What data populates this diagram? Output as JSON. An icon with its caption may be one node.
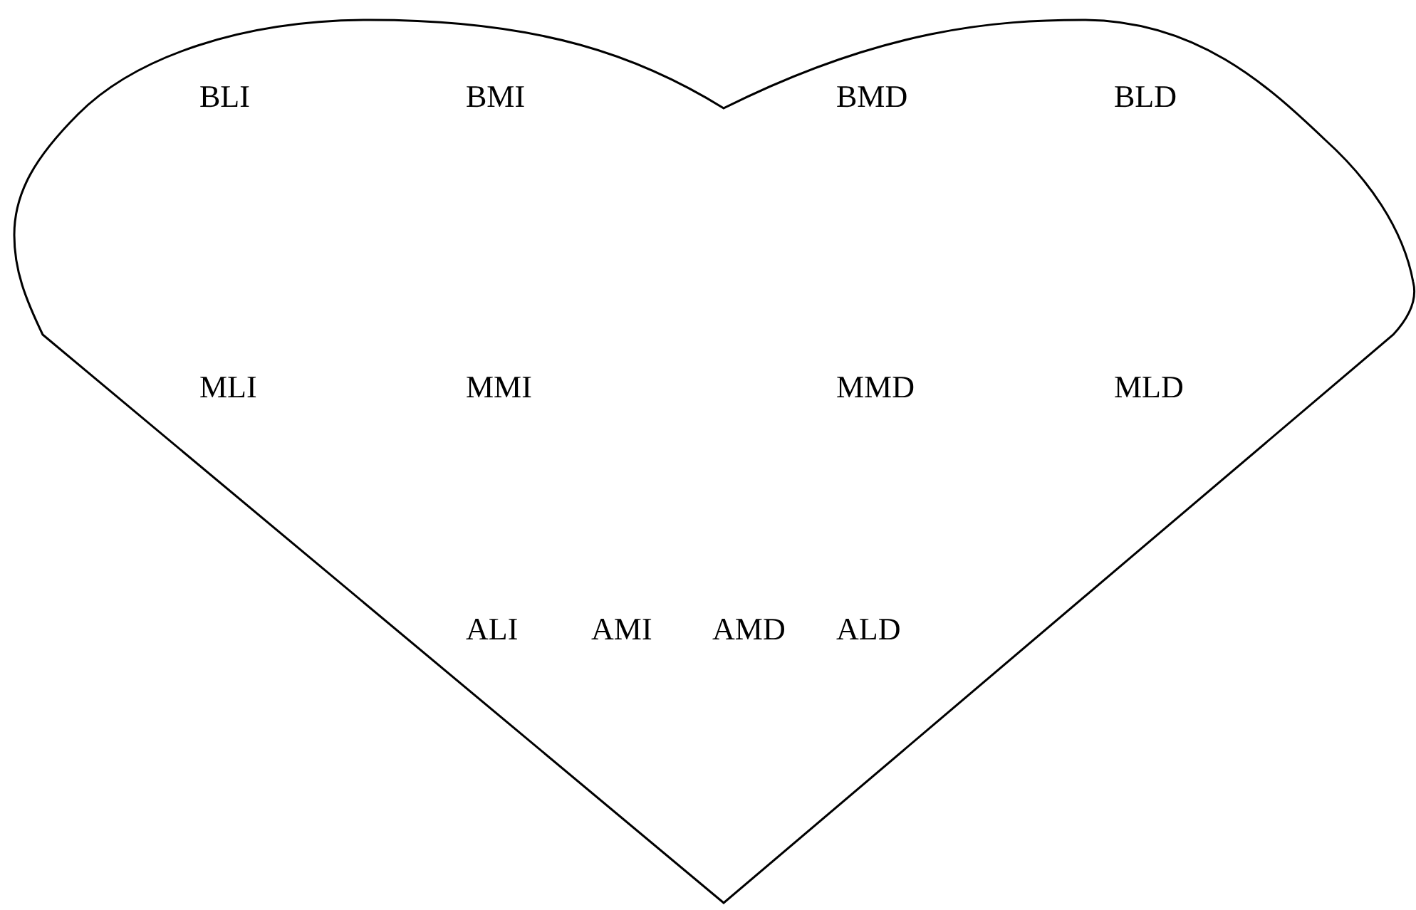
{
  "diagram": {
    "nodes": [
      {
        "text": [
          "BLI",
          "BMI",
          "BMD",
          "BLD",
          "MLI",
          "MMI",
          "MMD",
          "MLD",
          "ALI",
          "AMI",
          "AMD",
          "ALD"
        ]
      }
    ]
  }
}
